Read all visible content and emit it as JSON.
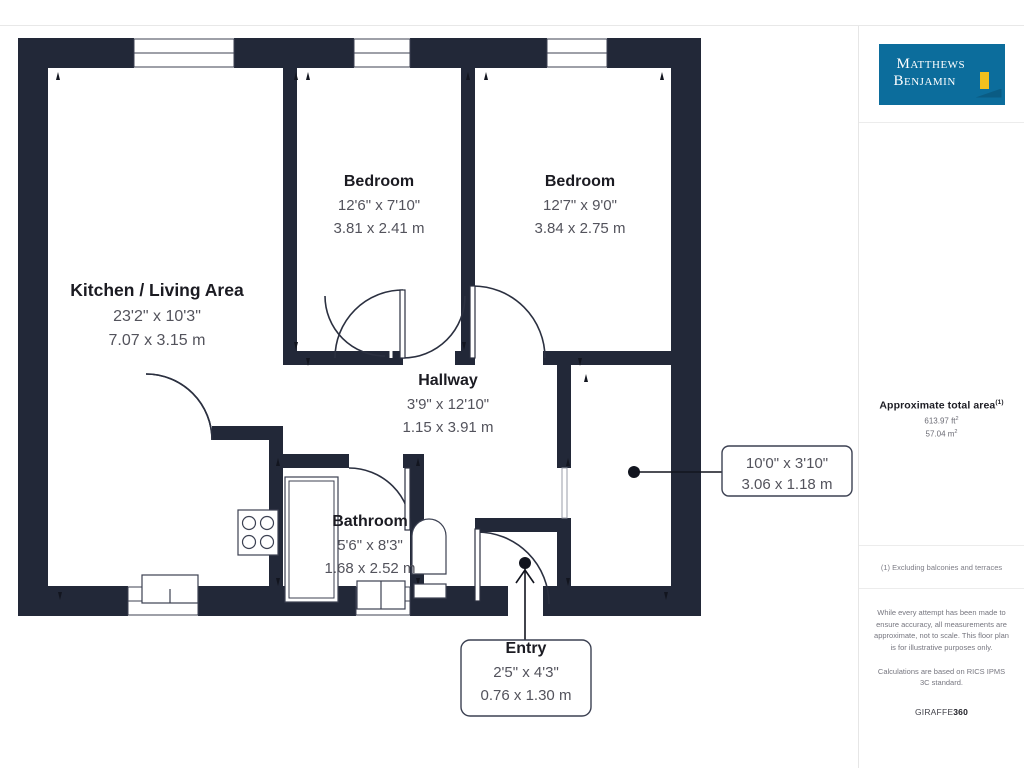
{
  "document": {
    "type": "floor-plan",
    "title": "Apartment floor plan"
  },
  "plan": {
    "wall_color": "#222838",
    "fixture_stroke": "#3c4152",
    "label_color": "#1b1b22",
    "dim_color": "#53535c",
    "rooms": [
      {
        "id": "kitchen-living",
        "name": "Kitchen / Living Area",
        "dim_imperial": "23'2\" x 10'3\"",
        "dim_metric": "7.07 x 3.15 m"
      },
      {
        "id": "bedroom-1",
        "name": "Bedroom",
        "dim_imperial": "12'6\" x 7'10\"",
        "dim_metric": "3.81 x 2.41 m"
      },
      {
        "id": "bedroom-2",
        "name": "Bedroom",
        "dim_imperial": "12'7\" x 9'0\"",
        "dim_metric": "3.84 x 2.75 m"
      },
      {
        "id": "hallway",
        "name": "Hallway",
        "dim_imperial": "3'9\" x 12'10\"",
        "dim_metric": "1.15 x 3.91 m"
      },
      {
        "id": "bathroom",
        "name": "Bathroom",
        "dim_imperial": "5'6\" x 8'3\"",
        "dim_metric": "1.68 x 2.52 m"
      }
    ],
    "callouts": [
      {
        "id": "room-callout-right",
        "dim_imperial": "10'0\" x 3'10\"",
        "dim_metric": "3.06 x 1.18 m"
      },
      {
        "id": "entry-callout",
        "name": "Entry",
        "dim_imperial": "2'5\" x 4'3\"",
        "dim_metric": "0.76 x 1.30 m"
      }
    ]
  },
  "sidebar": {
    "logo": {
      "line1": "Matthews",
      "line2": "Benjamin",
      "bg_color": "#0c6d9c",
      "accent_color": "#f2c01e"
    },
    "area": {
      "title": "Approximate total area",
      "title_superscript": "(1)",
      "imperial": "613.97 ft",
      "imperial_unit": "2",
      "metric": "57.04 m",
      "metric_unit": "2"
    },
    "footnote": "(1) Excluding balconies and terraces",
    "disclaimer_1": "While every attempt has been made to ensure accuracy, all measurements are approximate, not to scale. This floor plan is for illustrative purposes only.",
    "disclaimer_2": "Calculations are based on RICS IPMS 3C standard.",
    "brand_prefix": "GIRAFFE",
    "brand_suffix": "360"
  }
}
